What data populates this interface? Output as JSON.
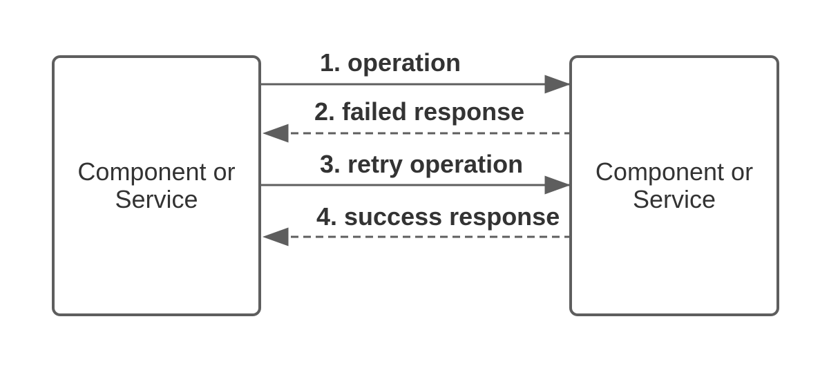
{
  "colors": {
    "stroke": "#5e5e5e",
    "text": "#333333",
    "bg": "#ffffff"
  },
  "nodes": [
    {
      "id": "caller",
      "label": "Component or Service"
    },
    {
      "id": "callee",
      "label": "Component or Service"
    }
  ],
  "edges": [
    {
      "label": "1. operation",
      "line": "solid",
      "direction": "left-to-right"
    },
    {
      "label": "2. failed response",
      "line": "dashed",
      "direction": "right-to-left"
    },
    {
      "label": "3. retry operation",
      "line": "solid",
      "direction": "left-to-right"
    },
    {
      "label": "4. success response",
      "line": "dashed",
      "direction": "right-to-left"
    }
  ]
}
